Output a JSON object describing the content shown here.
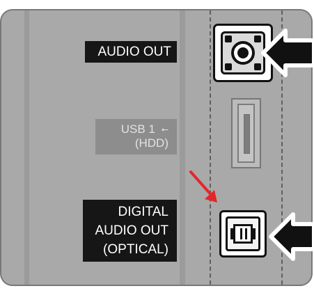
{
  "labels": {
    "audio_out": "AUDIO OUT",
    "usb_line_1": "USB 1",
    "usb_symbol": "⭠",
    "usb_line_2": "(HDD)",
    "digital_line_1": "DIGITAL",
    "digital_line_2": "AUDIO OUT",
    "digital_line_3": "(OPTICAL)"
  },
  "icons": {
    "usb": "usb-icon",
    "audio_jack": "audio-jack-icon",
    "optical_jack": "optical-jack-icon",
    "black_arrow": "arrow-left-icon",
    "red_arrow": "arrow-down-right-icon"
  },
  "colors": {
    "panel": "#a9a9a9",
    "label": "#161616",
    "usb_label": "#8d8d8d",
    "red_arrow": "#e3262b"
  }
}
